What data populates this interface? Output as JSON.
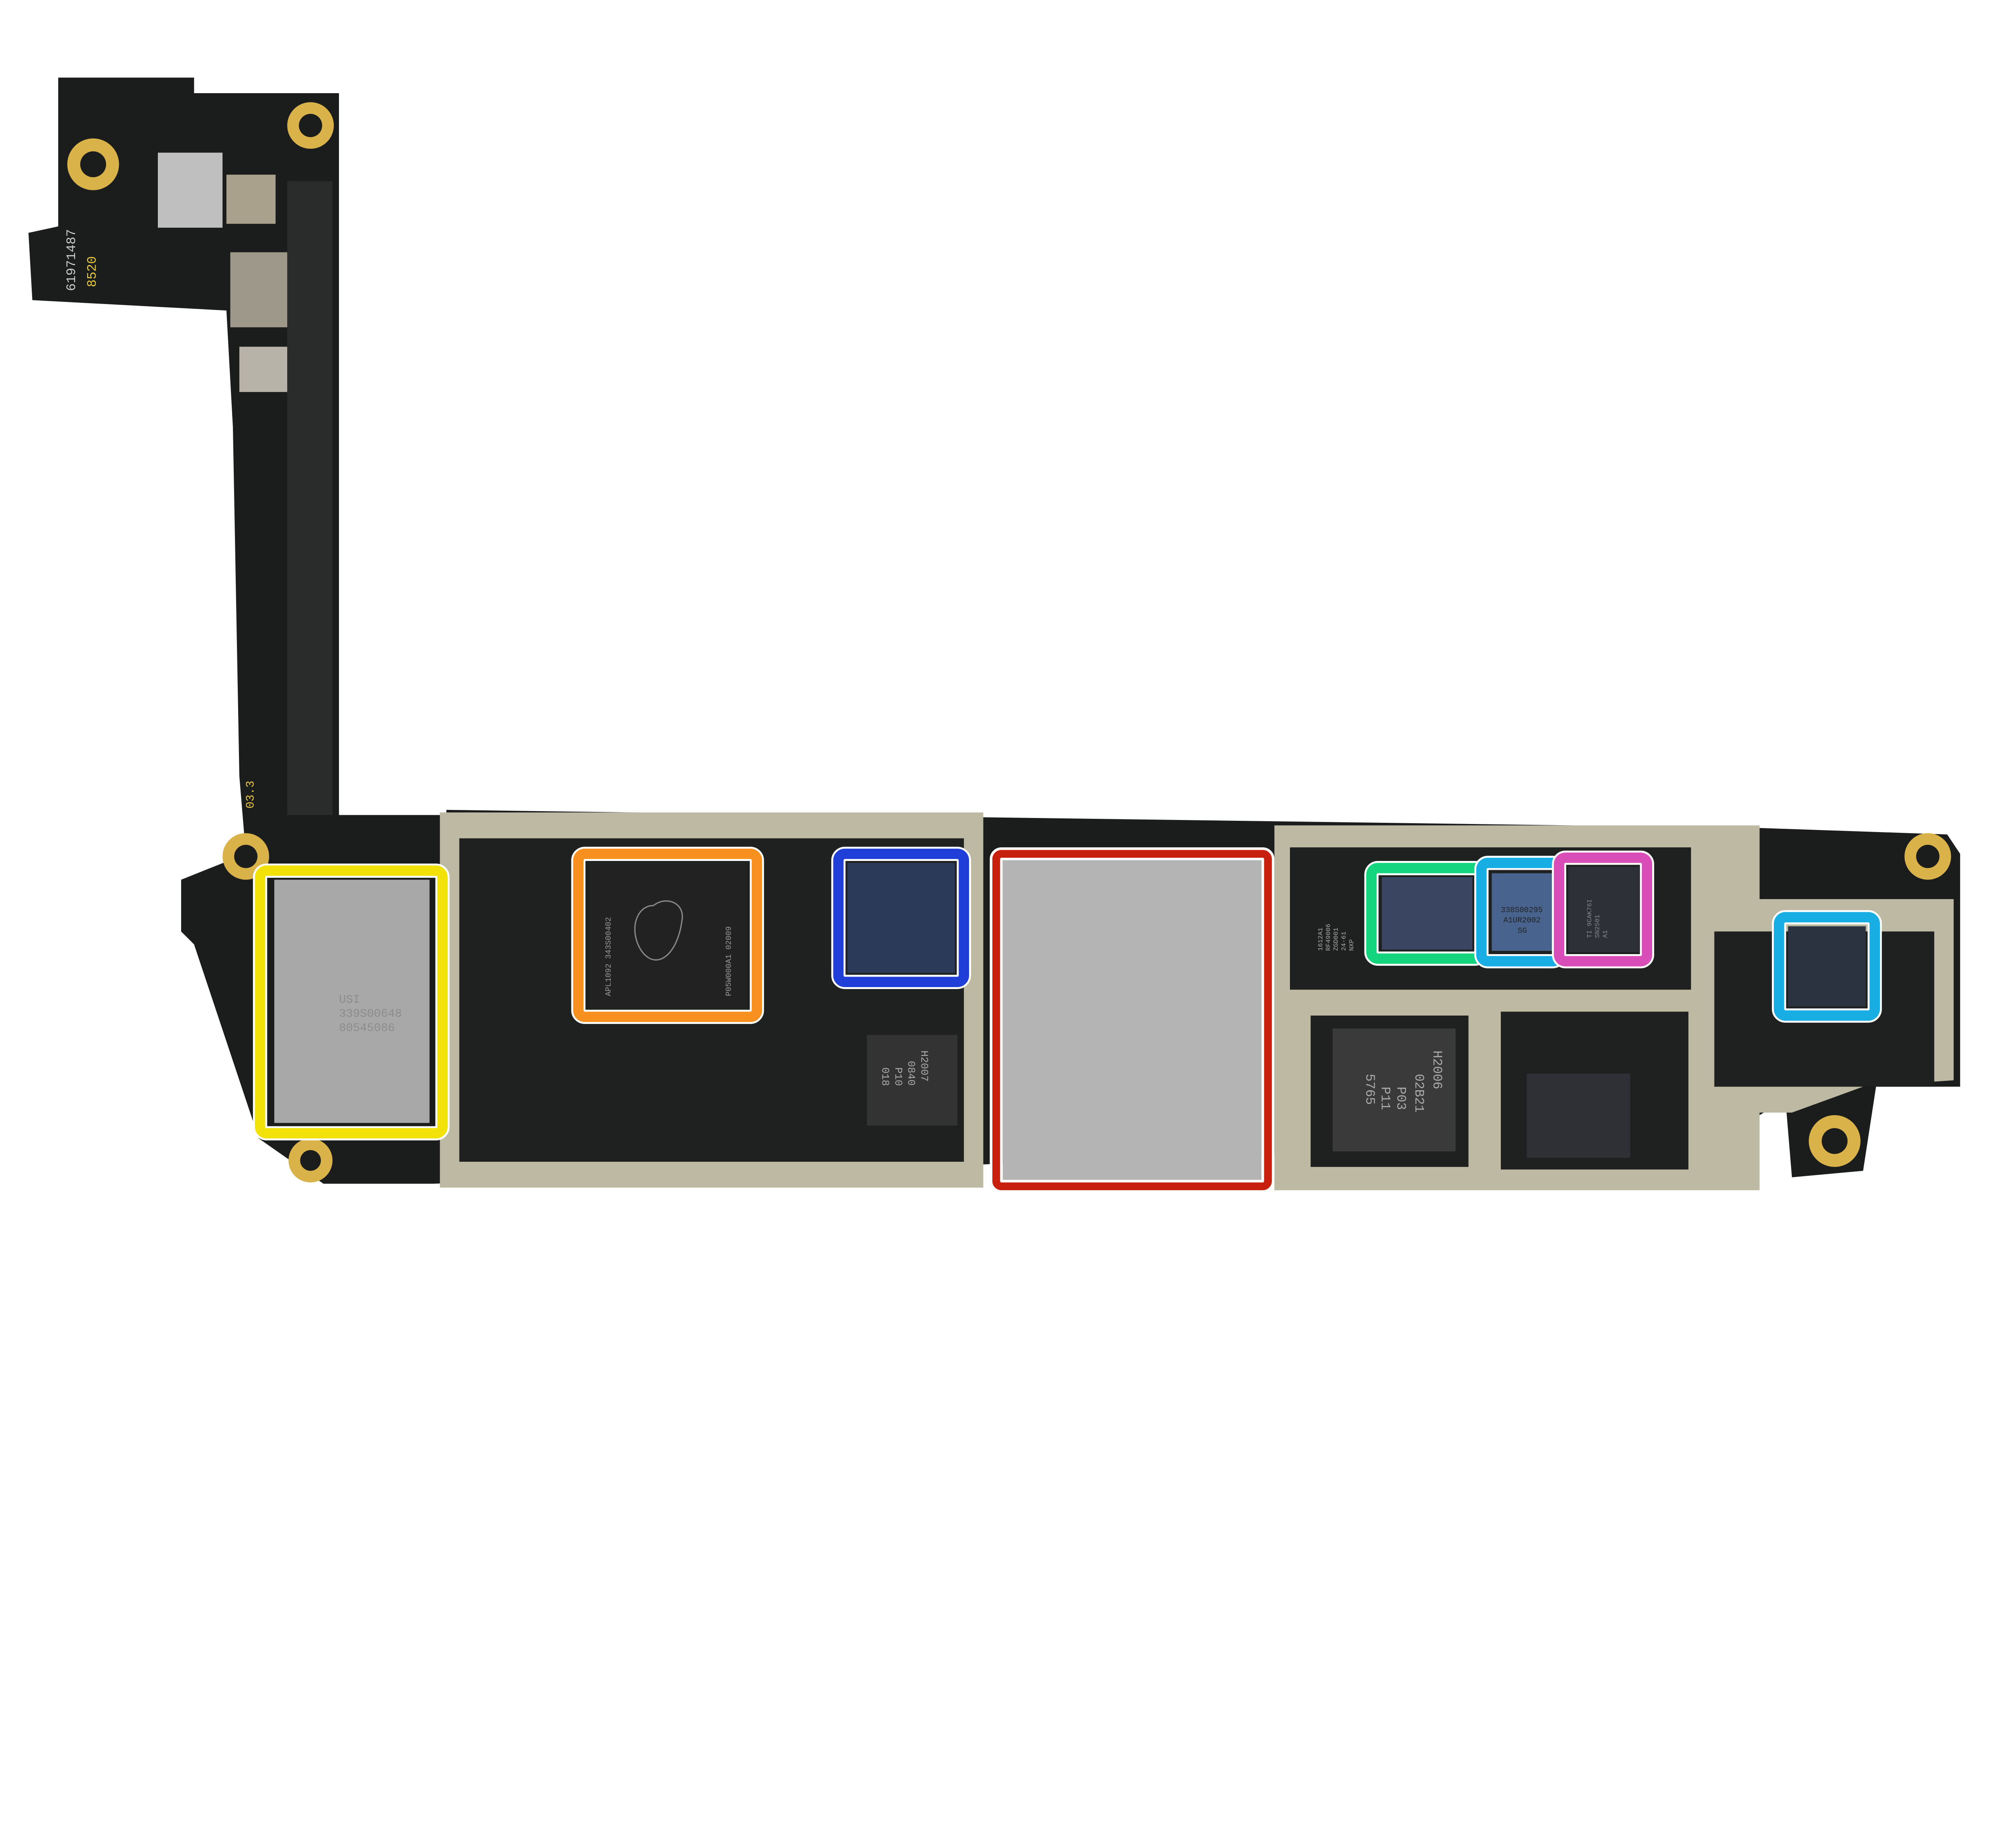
{
  "board": {
    "silkscreen": [
      "61971487",
      "8520",
      "03.3"
    ],
    "colors": {
      "pcb": "#1b1c1c",
      "shield": "#bdb9a3",
      "gold": "#d9b24a"
    }
  },
  "highlights": [
    {
      "id": "yellow",
      "color": "#f2e20a",
      "chip_text": [
        "USI",
        "339S00648",
        "80545086"
      ]
    },
    {
      "id": "orange",
      "color": "#f7901e",
      "chip_text": [
        "APL1092 343S00402",
        "P05W000A1 02009"
      ]
    },
    {
      "id": "blue",
      "color": "#1f3fd8",
      "chip_text": []
    },
    {
      "id": "red",
      "color": "#c8200f",
      "chip_text": []
    },
    {
      "id": "green",
      "color": "#15d47e",
      "chip_text": []
    },
    {
      "id": "cyan",
      "color": "#19aee3",
      "chip_text": [
        "338S00295",
        "A1UR2002",
        "SG"
      ]
    },
    {
      "id": "magenta",
      "color": "#d84db8",
      "chip_text": [
        "TI 9CAK76I",
        "SN2501",
        "A1"
      ]
    },
    {
      "id": "cyan-2",
      "color": "#19aee3",
      "chip_text": []
    }
  ],
  "other_chips": {
    "nxp": [
      "1612A1",
      "RF49006",
      "ZGD001",
      "24-61",
      "NXP"
    ],
    "pmic": [
      "H2006",
      "5765",
      "P11",
      "P03",
      "02B21"
    ],
    "audio": [
      "H2007",
      "0840",
      "P10",
      "018"
    ]
  }
}
